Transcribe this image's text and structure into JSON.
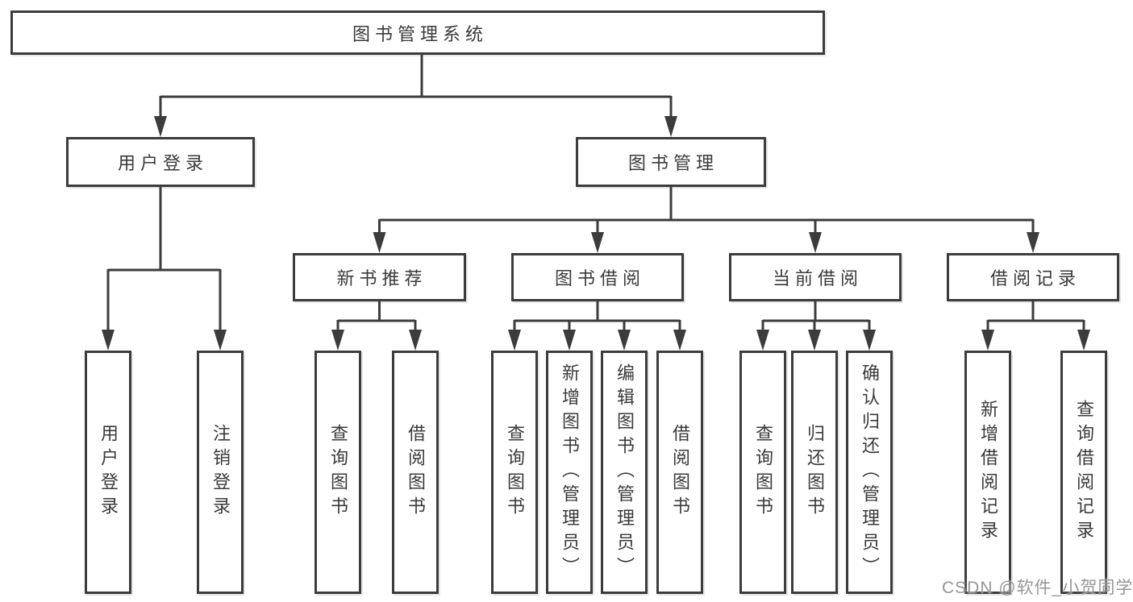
{
  "diagram": {
    "root": {
      "label": "图书管理系统"
    },
    "branches": [
      {
        "label": "用户登录",
        "children": [
          {
            "label": "用户登录"
          },
          {
            "label": "注销登录"
          }
        ]
      },
      {
        "label": "图书管理",
        "children": [
          {
            "label": "新书推荐",
            "children": [
              {
                "label": "查询图书"
              },
              {
                "label": "借阅图书"
              }
            ]
          },
          {
            "label": "图书借阅",
            "children": [
              {
                "label": "查询图书"
              },
              {
                "label": "新增图书（管理员）"
              },
              {
                "label": "编辑图书（管理员）"
              },
              {
                "label": "借阅图书"
              }
            ]
          },
          {
            "label": "当前借阅",
            "children": [
              {
                "label": "查询图书"
              },
              {
                "label": "归还图书"
              },
              {
                "label": "确认归还（管理员）"
              }
            ]
          },
          {
            "label": "借阅记录",
            "children": [
              {
                "label": "新增借阅记录"
              },
              {
                "label": "查询借阅记录"
              }
            ]
          }
        ]
      }
    ]
  },
  "watermark": {
    "text": "CSDN @软件_小贺同学"
  },
  "colors": {
    "line": "#3c3c3c",
    "text": "#3a3a3a",
    "watermark": "#96969a",
    "background": "#ffffff"
  }
}
